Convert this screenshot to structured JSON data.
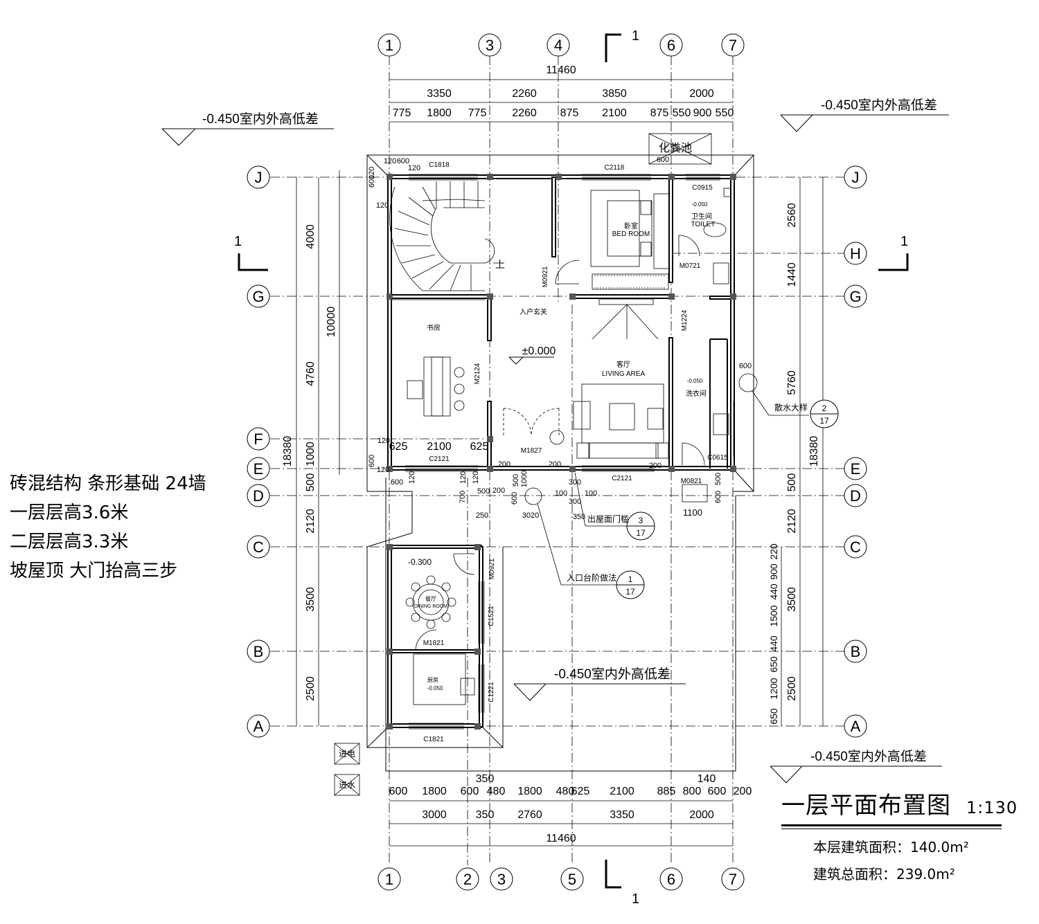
{
  "drawing": {
    "title": "一层平面布置图",
    "scale": "1:130",
    "floor_area": "本层建筑面积：140.0m²",
    "total_area": "建筑总面积：239.0m²"
  },
  "notes": [
    "砖混结构 条形基础 24墙",
    "一层层高3.6米",
    "二层层高3.3米",
    "坡屋顶 大门抬高三步"
  ],
  "axes": {
    "top": [
      "1",
      "3",
      "4",
      "6",
      "7"
    ],
    "bottom": [
      "1",
      "2",
      "3",
      "5",
      "6",
      "7"
    ],
    "left": [
      "J",
      "G",
      "F",
      "E",
      "D",
      "C",
      "B",
      "A"
    ],
    "right": [
      "J",
      "H",
      "G",
      "E",
      "D",
      "C",
      "B",
      "A"
    ]
  },
  "dimensions": {
    "top_total": "11460",
    "top_row1": [
      "3350",
      "2260",
      "3850",
      "2000"
    ],
    "top_row2": [
      "775",
      "1800",
      "775",
      "2260",
      "875",
      "2100",
      "875",
      "550",
      "900",
      "550"
    ],
    "bottom_row1": [
      "600",
      "1800",
      "600",
      "480",
      "1800",
      "480",
      "625",
      "2100",
      "885",
      "800",
      "600",
      "200"
    ],
    "bottom_row2": [
      "3000",
      "350",
      "2760",
      "3350",
      "2000"
    ],
    "bottom_total": "11460",
    "bottom_extra": [
      "350",
      "140"
    ],
    "left_outer": "18380",
    "left_mid": "10000",
    "left_row": [
      "4000",
      "4760",
      "1000",
      "500",
      "2120",
      "3500",
      "2500"
    ],
    "right_outer": "18380",
    "right_row": [
      "2560",
      "1440",
      "5760",
      "500",
      "2120",
      "3500",
      "2500"
    ],
    "right_inner": [
      "220",
      "900",
      "440",
      "1500",
      "440",
      "650",
      "1200",
      "650"
    ],
    "misc": [
      "120",
      "600",
      "120",
      "600",
      "120",
      "120",
      "120",
      "600",
      "625",
      "2100",
      "625",
      "120",
      "600",
      "120",
      "120",
      "120",
      "200",
      "200",
      "500",
      "200",
      "300",
      "1000",
      "700",
      "500",
      "600",
      "250",
      "3020",
      "350",
      "100",
      "300",
      "100",
      "200",
      "1100",
      "600",
      "500",
      "600",
      "600"
    ]
  },
  "level_marks": [
    "-0.450室内外高低差",
    "-0.450室内外高低差",
    "-0.450室内外高低差",
    "-0.450室内外高低差"
  ],
  "section_marks": [
    "1",
    "1",
    "1",
    "1"
  ],
  "rooms": {
    "bedroom_cn": "卧室",
    "bedroom_en": "BED ROOM",
    "toilet_cn": "卫生间",
    "toilet_en": "TOILET",
    "toilet_level": "-0.050",
    "study": "书房",
    "foyer": "入户玄关",
    "living_cn": "客厅",
    "living_en": "LIVING AREA",
    "laundry": "洗衣间",
    "laundry_level": "-0.050",
    "dining_cn": "餐厅",
    "dining_en": "DINING ROOM",
    "dining_level": "-0.300",
    "kitchen": "厨房",
    "kitchen_level": "-0.050",
    "floor_level": "±0.000",
    "stair": "上",
    "septic": "化粪池"
  },
  "openings": [
    "C1818",
    "C2118",
    "C0915",
    "M0721",
    "M0921",
    "M1224",
    "M2124",
    "M1827",
    "C2121",
    "C2121",
    "C0615",
    "M0821",
    "M0921",
    "C1521",
    "M1821",
    "C1221",
    "C1821"
  ],
  "callouts": [
    {
      "label": "散水大样",
      "num": "2",
      "sheet": "17"
    },
    {
      "label": "出屋面门槛",
      "num": "3",
      "sheet": "17"
    },
    {
      "label": "入口台阶做法",
      "num": "1",
      "sheet": "17"
    }
  ],
  "utility": [
    "进电",
    "进水"
  ]
}
